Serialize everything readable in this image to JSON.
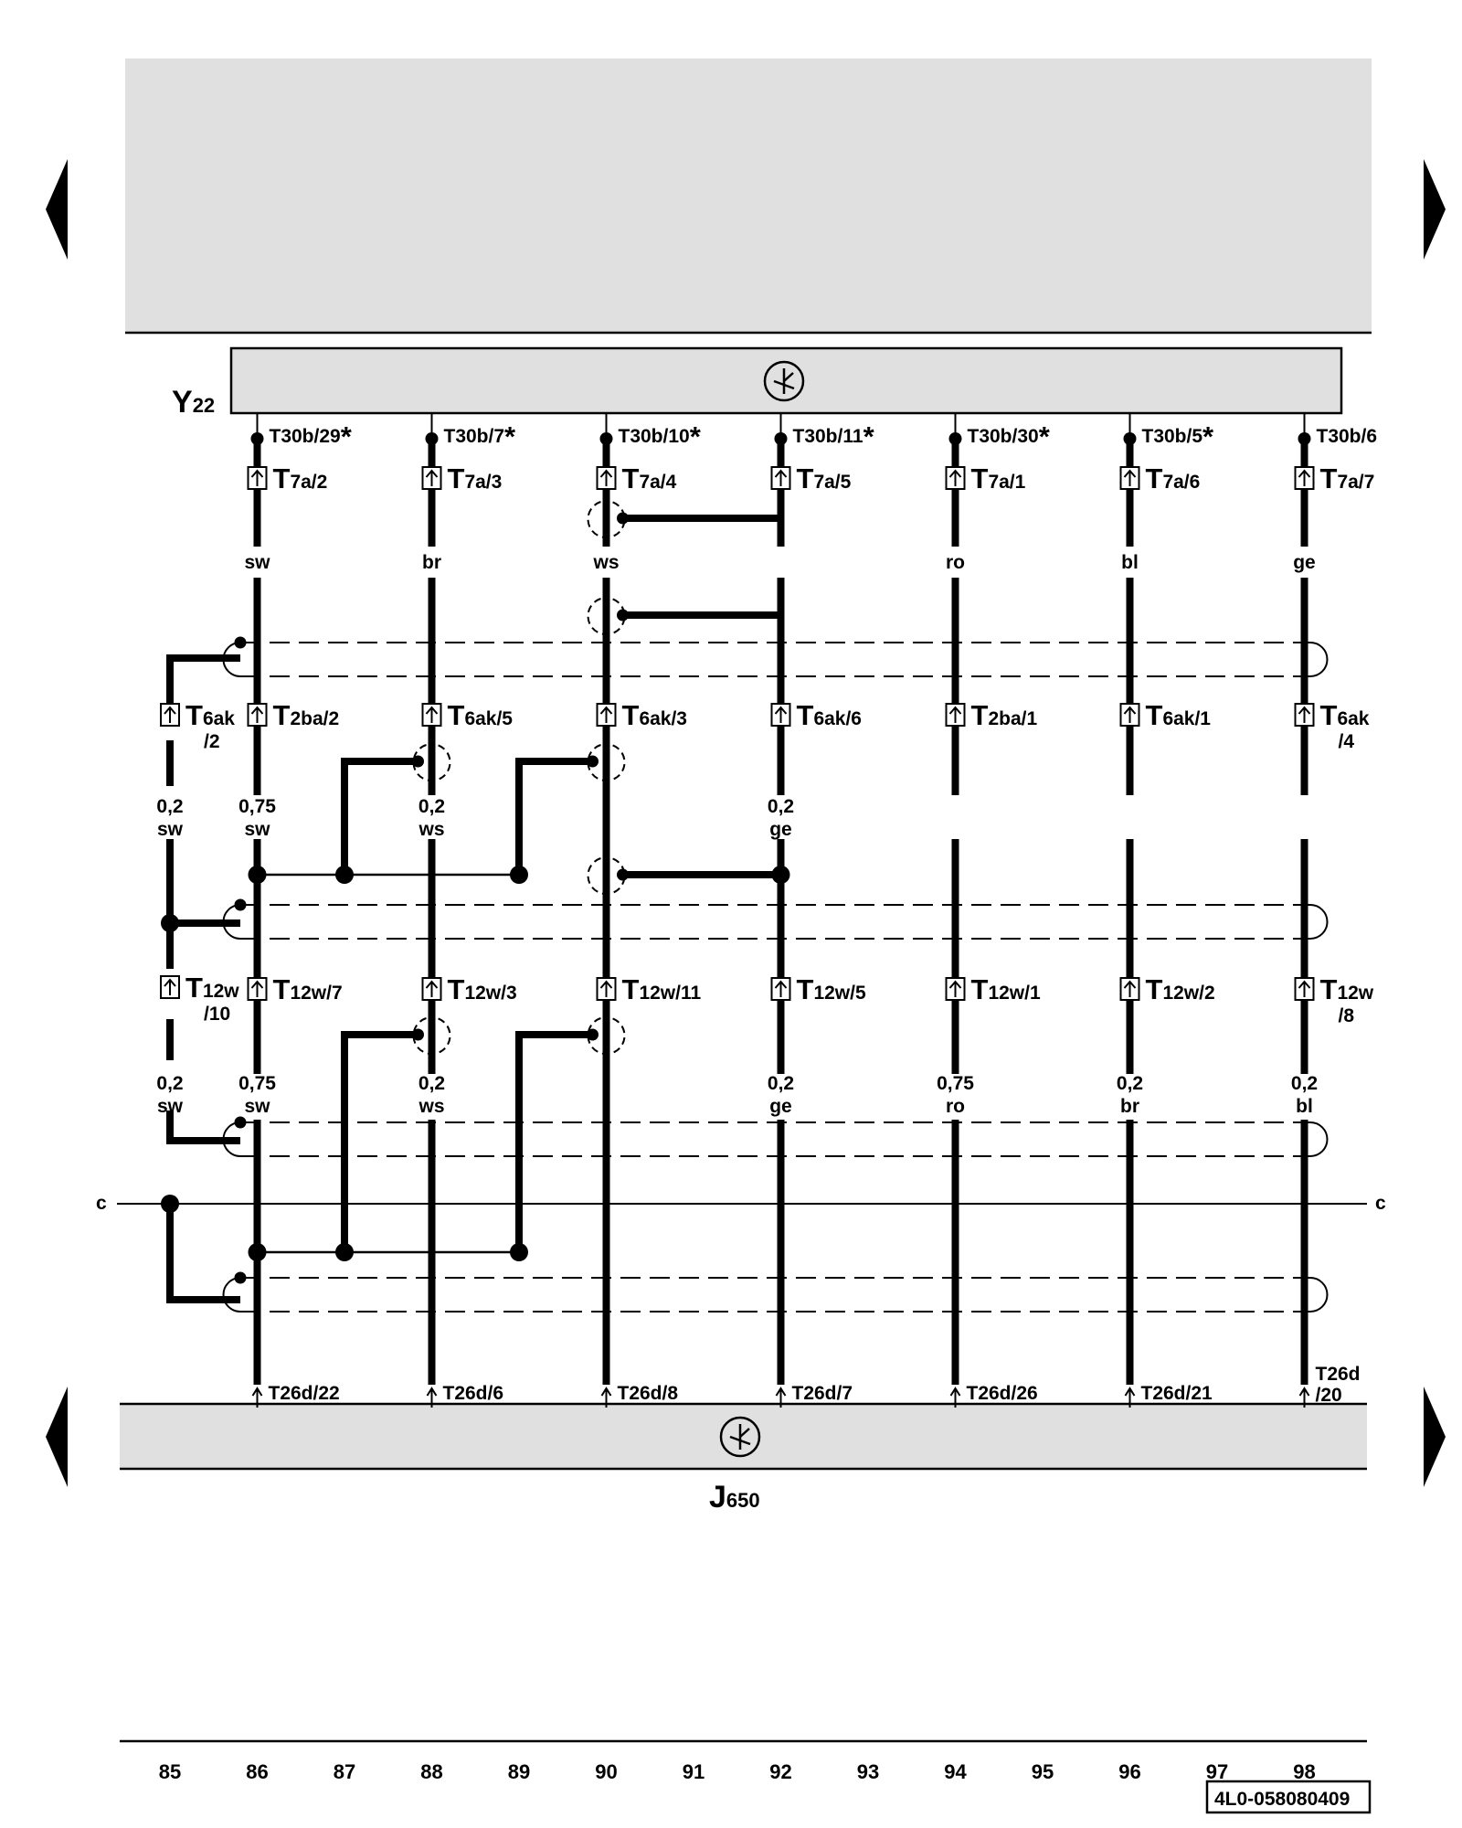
{
  "components": {
    "top": {
      "code": "Y",
      "sub": "22"
    },
    "bottom": {
      "code": "J",
      "sub": "650"
    }
  },
  "wires": [
    {
      "col": 86,
      "top_pin": "T30b/29",
      "star": true,
      "t7": [
        "T",
        "7a/2"
      ],
      "color_top": "sw",
      "t6": [
        "T",
        "2ba/2",
        ""
      ],
      "s1": [
        "0,75",
        "sw"
      ],
      "t12": [
        "T",
        "12w/7",
        ""
      ],
      "s2": [
        "0,75",
        "sw"
      ],
      "bottom_pin": [
        "T26d/22"
      ]
    },
    {
      "col": 88,
      "top_pin": "T30b/7",
      "star": true,
      "t7": [
        "T",
        "7a/3"
      ],
      "color_top": "br",
      "t6": [
        "T",
        "6ak/5",
        ""
      ],
      "s1": [
        "0,2",
        "ws"
      ],
      "t12": [
        "T",
        "12w/3",
        ""
      ],
      "s2": [
        "0,2",
        "ws"
      ],
      "bottom_pin": [
        "T26d/6"
      ]
    },
    {
      "col": 90,
      "top_pin": "T30b/10",
      "star": true,
      "t7": [
        "T",
        "7a/4"
      ],
      "color_top": "ws",
      "t6": [
        "T",
        "6ak/3",
        ""
      ],
      "s1": null,
      "t12": [
        "T",
        "12w/11",
        ""
      ],
      "s2": null,
      "bottom_pin": [
        "T26d/8"
      ]
    },
    {
      "col": 92,
      "top_pin": "T30b/11",
      "star": true,
      "t7": [
        "T",
        "7a/5"
      ],
      "color_top": "",
      "t6": [
        "T",
        "6ak/6",
        ""
      ],
      "s1": [
        "0,2",
        "ge"
      ],
      "t12": [
        "T",
        "12w/5",
        ""
      ],
      "s2": [
        "0,2",
        "ge"
      ],
      "bottom_pin": [
        "T26d/7"
      ]
    },
    {
      "col": 94,
      "top_pin": "T30b/30",
      "star": true,
      "t7": [
        "T",
        "7a/1"
      ],
      "color_top": "ro",
      "t6": [
        "T",
        "2ba/1",
        ""
      ],
      "s1": null,
      "t12": [
        "T",
        "12w/1",
        ""
      ],
      "s2": [
        "0,75",
        "ro"
      ],
      "bottom_pin": [
        "T26d/26"
      ]
    },
    {
      "col": 96,
      "top_pin": "T30b/5",
      "star": true,
      "t7": [
        "T",
        "7a/6"
      ],
      "color_top": "bl",
      "t6": [
        "T",
        "6ak/1",
        ""
      ],
      "s1": null,
      "t12": [
        "T",
        "12w/2",
        ""
      ],
      "s2": [
        "0,2",
        "br"
      ],
      "bottom_pin": [
        "T26d/21"
      ]
    },
    {
      "col": 98,
      "top_pin": "T30b/6",
      "star": false,
      "t7": [
        "T",
        "7a/7"
      ],
      "color_top": "ge",
      "t6": [
        "T",
        "6ak",
        "/4"
      ],
      "s1": null,
      "t12": [
        "T",
        "12w",
        "/8"
      ],
      "s2": [
        "0,2",
        "bl"
      ],
      "bottom_pin": [
        "T26d",
        "/20"
      ]
    }
  ],
  "shield": {
    "t6": [
      "T",
      "6ak",
      "/2"
    ],
    "s1": [
      "0,2",
      "sw"
    ],
    "t12": [
      "T",
      "12w",
      "/10"
    ],
    "s2": [
      "0,2",
      "sw"
    ]
  },
  "bus_label": "c",
  "ruler": [
    "85",
    "86",
    "87",
    "88",
    "89",
    "90",
    "91",
    "92",
    "93",
    "94",
    "95",
    "96",
    "97",
    "98"
  ],
  "doc_id": "4L0-058080409",
  "colors": {
    "panel": "#e0e0e0",
    "line": "#000000"
  }
}
